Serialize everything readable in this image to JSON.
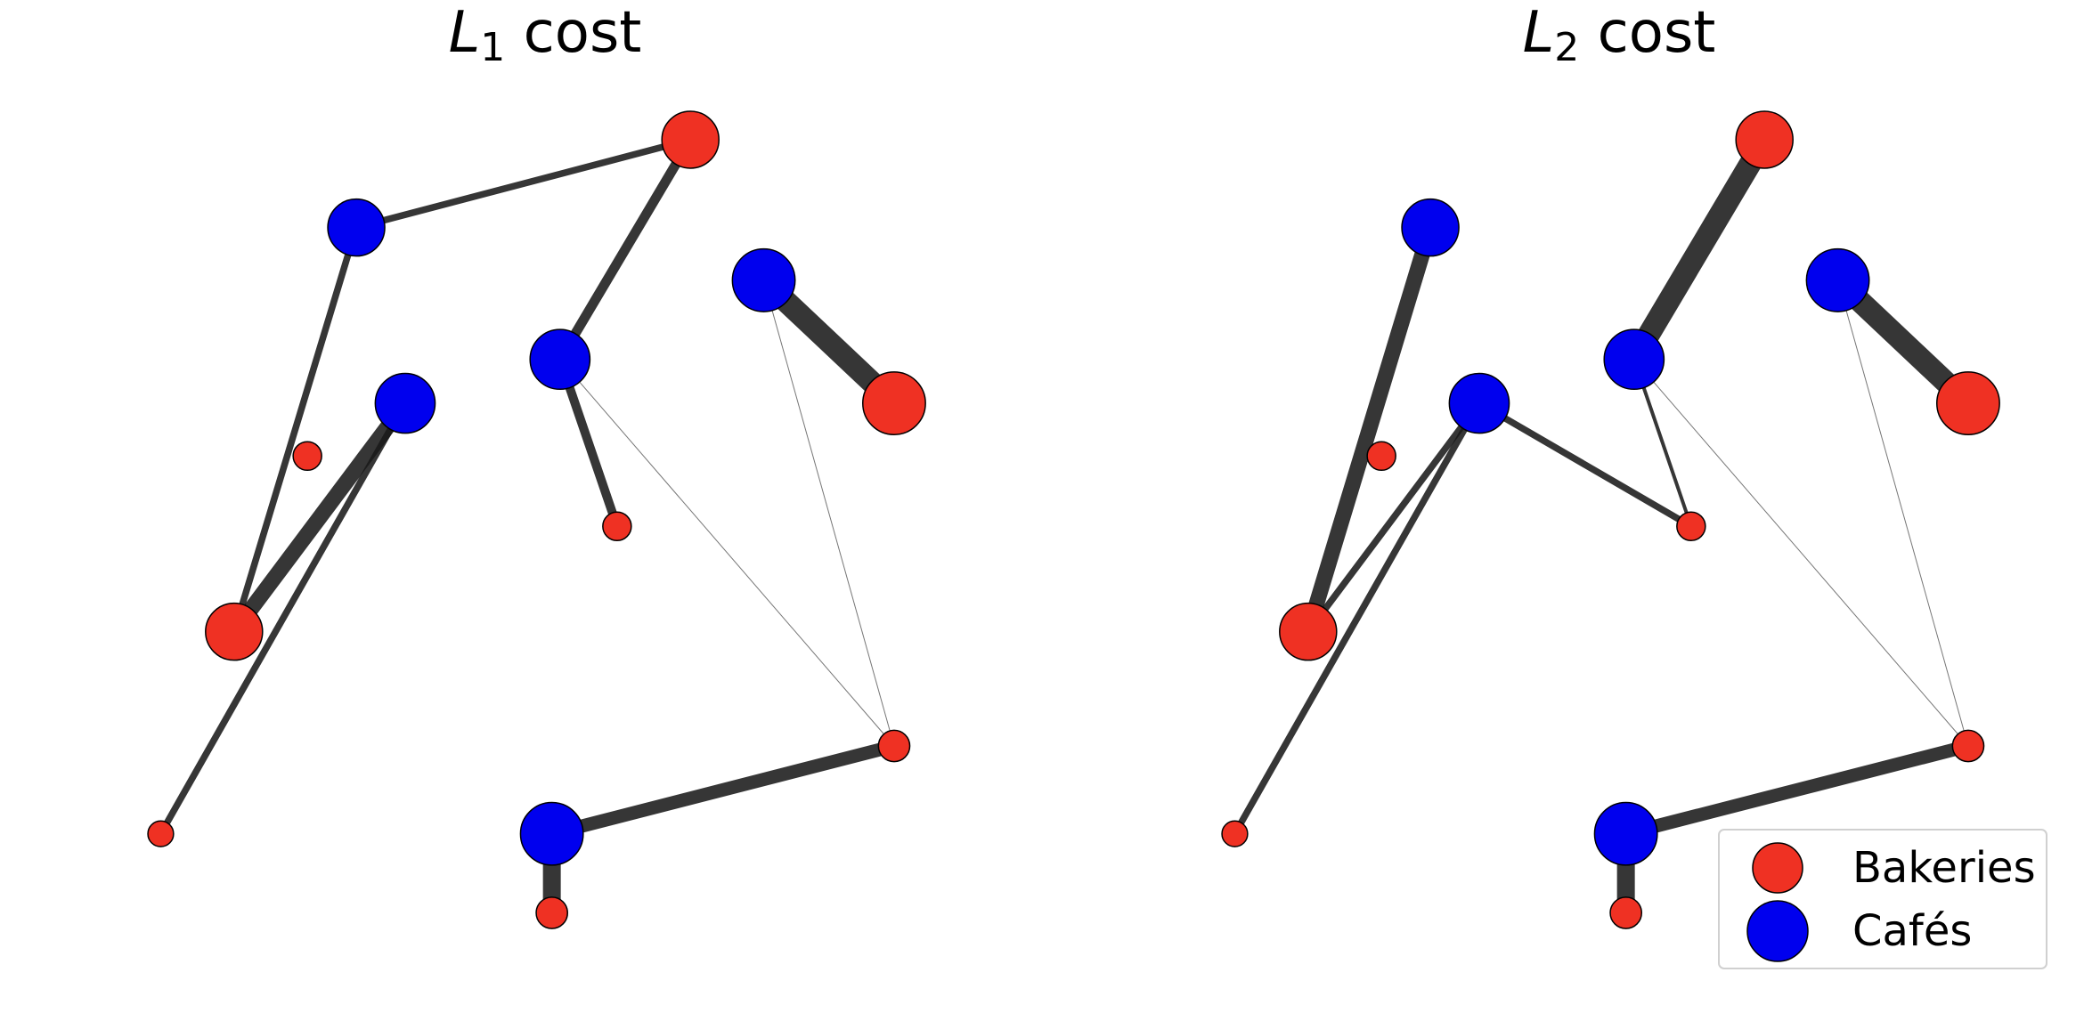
{
  "panels": [
    {
      "id": "l1",
      "title": {
        "main": "L",
        "sub": "1",
        "suffix": " cost"
      },
      "flows": [
        {
          "from": "cafe-1",
          "to": "bakery-1",
          "weight": 1.5
        },
        {
          "from": "cafe-1",
          "to": "bakery-4",
          "weight": 1.5
        },
        {
          "from": "cafe-2",
          "to": "bakery-1",
          "weight": 2.2
        },
        {
          "from": "cafe-2",
          "to": "bakery-5",
          "weight": 2.0
        },
        {
          "from": "cafe-2",
          "to": "bakery-7",
          "weight": 0.2
        },
        {
          "from": "cafe-3",
          "to": "bakery-2",
          "weight": 5.0
        },
        {
          "from": "cafe-3",
          "to": "bakery-7",
          "weight": 0.2
        },
        {
          "from": "cafe-4",
          "to": "bakery-4",
          "weight": 3.5
        },
        {
          "from": "cafe-4",
          "to": "bakery-6",
          "weight": 1.5
        },
        {
          "from": "cafe-5",
          "to": "bakery-7",
          "weight": 3.0
        },
        {
          "from": "cafe-5",
          "to": "bakery-8",
          "weight": 4.0
        }
      ]
    },
    {
      "id": "l2",
      "title": {
        "main": "L",
        "sub": "2",
        "suffix": " cost"
      },
      "flows": [
        {
          "from": "cafe-1",
          "to": "bakery-4",
          "weight": 3.5
        },
        {
          "from": "cafe-2",
          "to": "bakery-1",
          "weight": 5.0
        },
        {
          "from": "cafe-2",
          "to": "bakery-5",
          "weight": 0.8
        },
        {
          "from": "cafe-2",
          "to": "bakery-7",
          "weight": 0.2
        },
        {
          "from": "cafe-3",
          "to": "bakery-2",
          "weight": 5.0
        },
        {
          "from": "cafe-3",
          "to": "bakery-7",
          "weight": 0.2
        },
        {
          "from": "cafe-4",
          "to": "bakery-4",
          "weight": 1.5
        },
        {
          "from": "cafe-4",
          "to": "bakery-5",
          "weight": 1.5
        },
        {
          "from": "cafe-4",
          "to": "bakery-6",
          "weight": 1.5
        },
        {
          "from": "cafe-5",
          "to": "bakery-7",
          "weight": 3.0
        },
        {
          "from": "cafe-5",
          "to": "bakery-8",
          "weight": 4.0
        }
      ]
    }
  ],
  "bakeries": [
    {
      "id": "bakery-1",
      "x": 6.8,
      "y": 9.2,
      "size": 2.0
    },
    {
      "id": "bakery-2",
      "x": 9.3,
      "y": 6.2,
      "size": 2.2
    },
    {
      "id": "bakery-3",
      "x": 2.1,
      "y": 5.6,
      "size": 1.0
    },
    {
      "id": "bakery-4",
      "x": 1.2,
      "y": 3.6,
      "size": 2.0
    },
    {
      "id": "bakery-5",
      "x": 5.9,
      "y": 4.8,
      "size": 1.0
    },
    {
      "id": "bakery-6",
      "x": 0.3,
      "y": 1.3,
      "size": 0.9
    },
    {
      "id": "bakery-7",
      "x": 9.3,
      "y": 2.3,
      "size": 1.1
    },
    {
      "id": "bakery-8",
      "x": 5.1,
      "y": 0.4,
      "size": 1.1
    }
  ],
  "cafes": [
    {
      "id": "cafe-1",
      "x": 2.7,
      "y": 8.2,
      "size": 2.0
    },
    {
      "id": "cafe-2",
      "x": 5.2,
      "y": 6.7,
      "size": 2.1
    },
    {
      "id": "cafe-3",
      "x": 7.7,
      "y": 7.6,
      "size": 2.2
    },
    {
      "id": "cafe-4",
      "x": 3.3,
      "y": 6.2,
      "size": 2.1
    },
    {
      "id": "cafe-5",
      "x": 5.1,
      "y": 1.3,
      "size": 2.2
    }
  ],
  "colors": {
    "bakery": "#ef3123",
    "cafe": "#0000ee",
    "flow": "#1a1a1a",
    "marker_edge": "#000000"
  },
  "legend": {
    "placement": "bottom-right of right panel",
    "items": [
      {
        "label": "Bakeries",
        "kind": "bakery"
      },
      {
        "label": "Cafés",
        "kind": "cafe"
      }
    ]
  }
}
